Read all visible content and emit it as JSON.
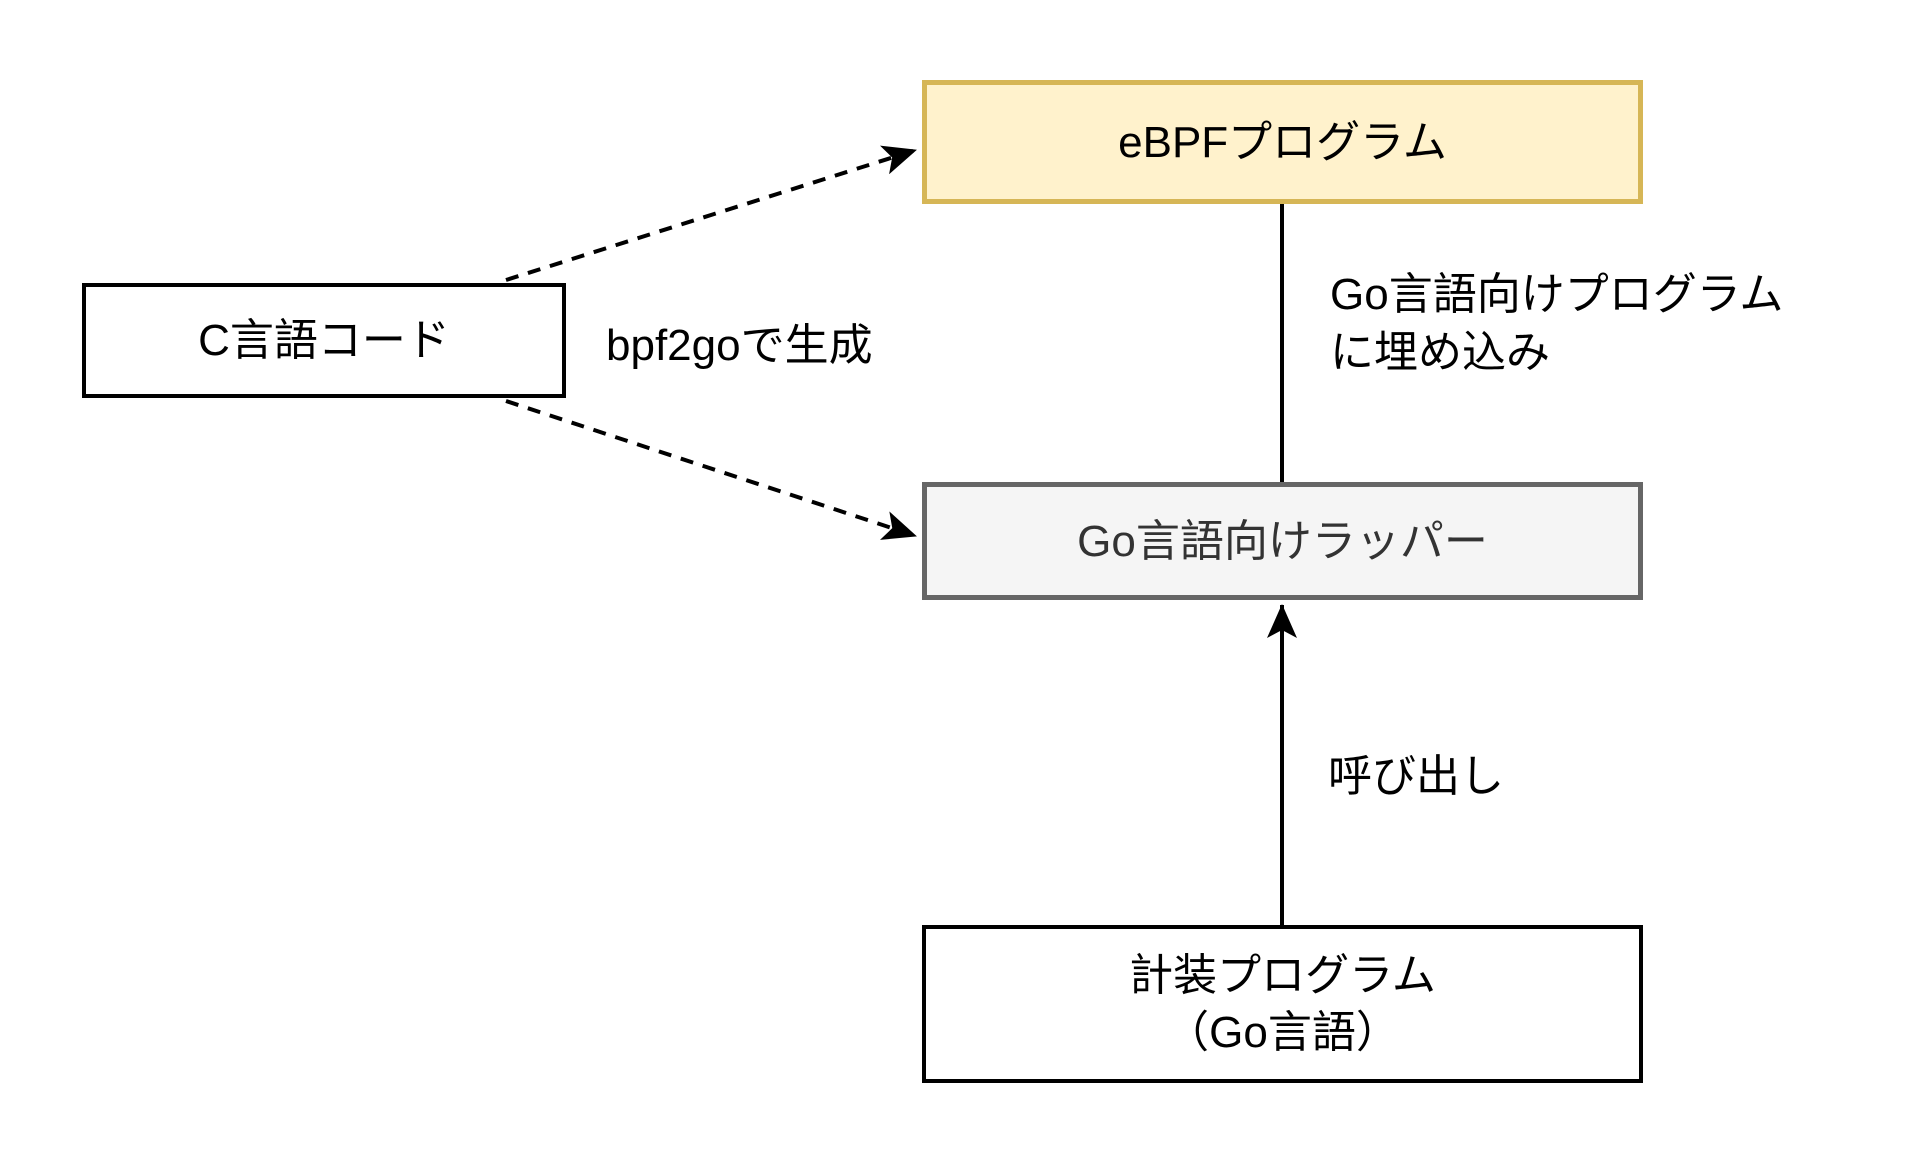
{
  "diagram": {
    "background_color": "#FFFFFF",
    "nodes": {
      "ebpf_program": {
        "label": "eBPFプログラム",
        "fill": "#FFF2CC",
        "border": "#D6B656",
        "text_color": "#000000"
      },
      "c_code": {
        "label": "C言語コード",
        "fill": "#FFFFFF",
        "border": "#000000",
        "text_color": "#000000"
      },
      "go_wrapper": {
        "label": "Go言語向けラッパー",
        "fill": "#F5F5F5",
        "border": "#666666",
        "text_color": "#333333"
      },
      "instrumentation_program": {
        "label_line1": "計装プログラム",
        "label_line2": "（Go言語）",
        "fill": "#FFFFFF",
        "border": "#000000",
        "text_color": "#000000"
      }
    },
    "edges": {
      "c_to_ebpf": {
        "style": "dashed-arrow",
        "label": "bpf2goで生成"
      },
      "c_to_wrapper": {
        "style": "dashed-arrow",
        "label": ""
      },
      "ebpf_to_wrapper": {
        "style": "solid-line",
        "label_line1": "Go言語向けプログラム",
        "label_line2": "に埋め込み"
      },
      "instr_to_wrapper": {
        "style": "solid-arrow-up",
        "label": "呼び出し"
      },
      "line_color": "#000000"
    }
  }
}
